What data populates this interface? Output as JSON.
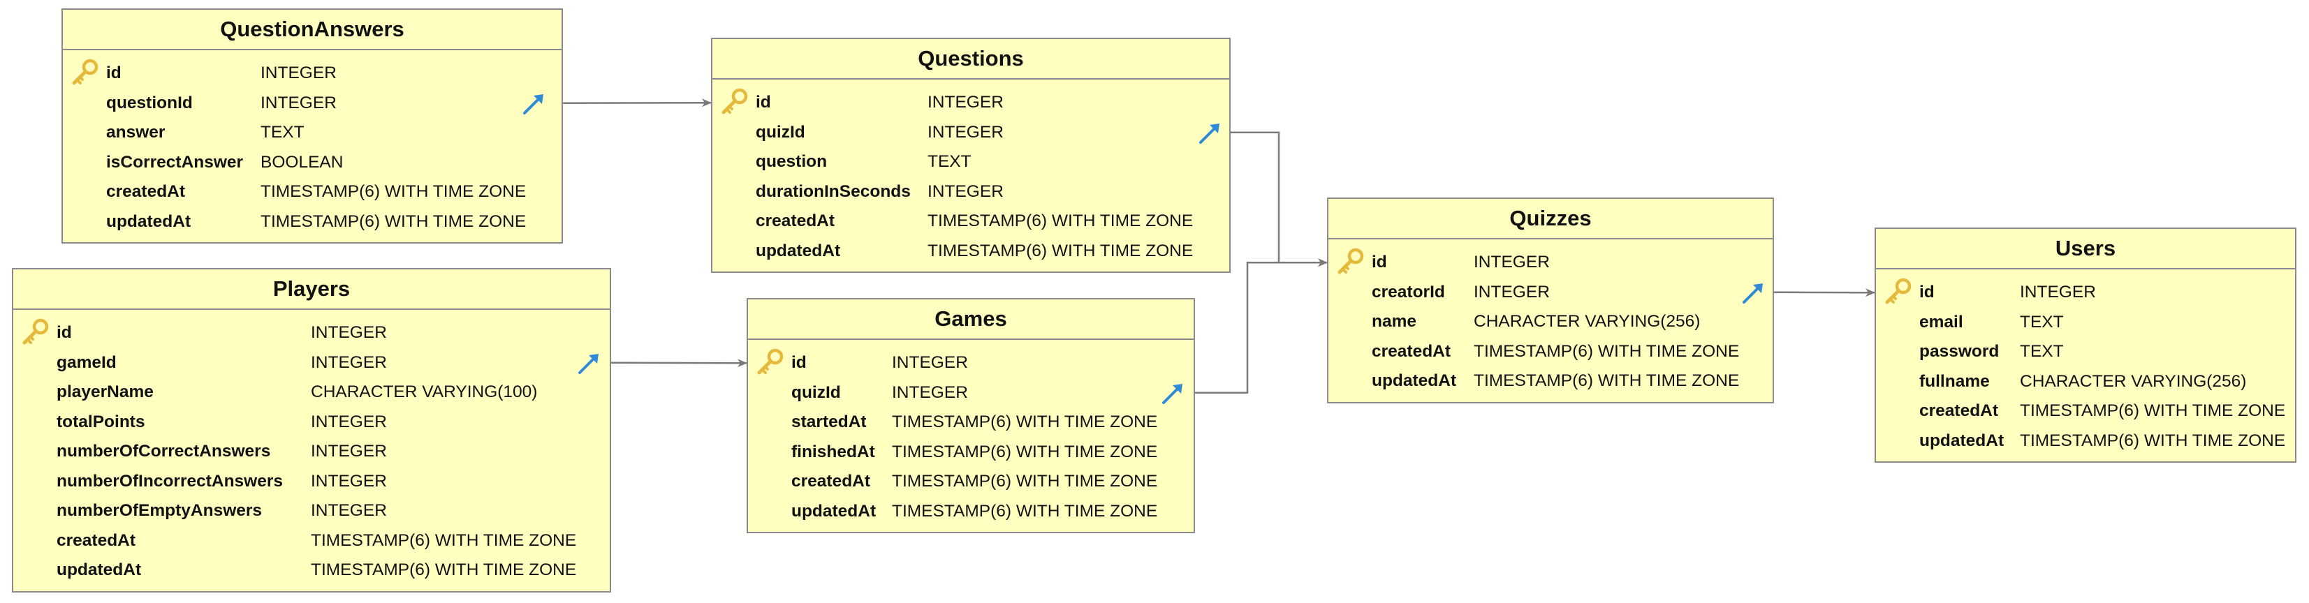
{
  "diagram": {
    "tables": [
      {
        "id": "questionanswers",
        "name": "QuestionAnswers",
        "fields": [
          {
            "name": "id",
            "type": "INTEGER",
            "pk": true
          },
          {
            "name": "questionId",
            "type": "INTEGER",
            "fk": true
          },
          {
            "name": "answer",
            "type": "TEXT"
          },
          {
            "name": "isCorrectAnswer",
            "type": "BOOLEAN"
          },
          {
            "name": "createdAt",
            "type": "TIMESTAMP(6) WITH TIME ZONE"
          },
          {
            "name": "updatedAt",
            "type": "TIMESTAMP(6) WITH TIME ZONE"
          }
        ]
      },
      {
        "id": "questions",
        "name": "Questions",
        "fields": [
          {
            "name": "id",
            "type": "INTEGER",
            "pk": true
          },
          {
            "name": "quizId",
            "type": "INTEGER",
            "fk": true
          },
          {
            "name": "question",
            "type": "TEXT"
          },
          {
            "name": "durationInSeconds",
            "type": "INTEGER"
          },
          {
            "name": "createdAt",
            "type": "TIMESTAMP(6) WITH TIME ZONE"
          },
          {
            "name": "updatedAt",
            "type": "TIMESTAMP(6) WITH TIME ZONE"
          }
        ]
      },
      {
        "id": "players",
        "name": "Players",
        "fields": [
          {
            "name": "id",
            "type": "INTEGER",
            "pk": true
          },
          {
            "name": "gameId",
            "type": "INTEGER",
            "fk": true
          },
          {
            "name": "playerName",
            "type": "CHARACTER VARYING(100)"
          },
          {
            "name": "totalPoints",
            "type": "INTEGER"
          },
          {
            "name": "numberOfCorrectAnswers",
            "type": "INTEGER"
          },
          {
            "name": "numberOfIncorrectAnswers",
            "type": "INTEGER"
          },
          {
            "name": "numberOfEmptyAnswers",
            "type": "INTEGER"
          },
          {
            "name": "createdAt",
            "type": "TIMESTAMP(6) WITH TIME ZONE"
          },
          {
            "name": "updatedAt",
            "type": "TIMESTAMP(6) WITH TIME ZONE"
          }
        ]
      },
      {
        "id": "games",
        "name": "Games",
        "fields": [
          {
            "name": "id",
            "type": "INTEGER",
            "pk": true
          },
          {
            "name": "quizId",
            "type": "INTEGER",
            "fk": true
          },
          {
            "name": "startedAt",
            "type": "TIMESTAMP(6) WITH TIME ZONE"
          },
          {
            "name": "finishedAt",
            "type": "TIMESTAMP(6) WITH TIME ZONE"
          },
          {
            "name": "createdAt",
            "type": "TIMESTAMP(6) WITH TIME ZONE"
          },
          {
            "name": "updatedAt",
            "type": "TIMESTAMP(6) WITH TIME ZONE"
          }
        ]
      },
      {
        "id": "quizzes",
        "name": "Quizzes",
        "fields": [
          {
            "name": "id",
            "type": "INTEGER",
            "pk": true
          },
          {
            "name": "creatorId",
            "type": "INTEGER",
            "fk": true
          },
          {
            "name": "name",
            "type": "CHARACTER VARYING(256)"
          },
          {
            "name": "createdAt",
            "type": "TIMESTAMP(6) WITH TIME ZONE"
          },
          {
            "name": "updatedAt",
            "type": "TIMESTAMP(6) WITH TIME ZONE"
          }
        ]
      },
      {
        "id": "users",
        "name": "Users",
        "fields": [
          {
            "name": "id",
            "type": "INTEGER",
            "pk": true
          },
          {
            "name": "email",
            "type": "TEXT"
          },
          {
            "name": "password",
            "type": "TEXT"
          },
          {
            "name": "fullname",
            "type": "CHARACTER VARYING(256)"
          },
          {
            "name": "createdAt",
            "type": "TIMESTAMP(6) WITH TIME ZONE"
          },
          {
            "name": "updatedAt",
            "type": "TIMESTAMP(6) WITH TIME ZONE"
          }
        ]
      }
    ],
    "relations": [
      {
        "from_table": "questionanswers",
        "from_field": "questionId",
        "to_table": "questions",
        "to_field": "id"
      },
      {
        "from_table": "questions",
        "from_field": "quizId",
        "to_table": "quizzes",
        "to_field": "id"
      },
      {
        "from_table": "players",
        "from_field": "gameId",
        "to_table": "games",
        "to_field": "id"
      },
      {
        "from_table": "games",
        "from_field": "quizId",
        "to_table": "quizzes",
        "to_field": "id"
      },
      {
        "from_table": "quizzes",
        "from_field": "creatorId",
        "to_table": "users",
        "to_field": "id"
      }
    ],
    "colors": {
      "table_fill": "#ffffc0",
      "table_border": "#8a8a8a",
      "connector": "#7a7a7a",
      "key_icon": "#e5b93b",
      "fk_icon": "#2f8ad8"
    },
    "icons": {
      "primary_key": "key-icon",
      "foreign_key": "foreign-key-arrow-icon"
    }
  }
}
